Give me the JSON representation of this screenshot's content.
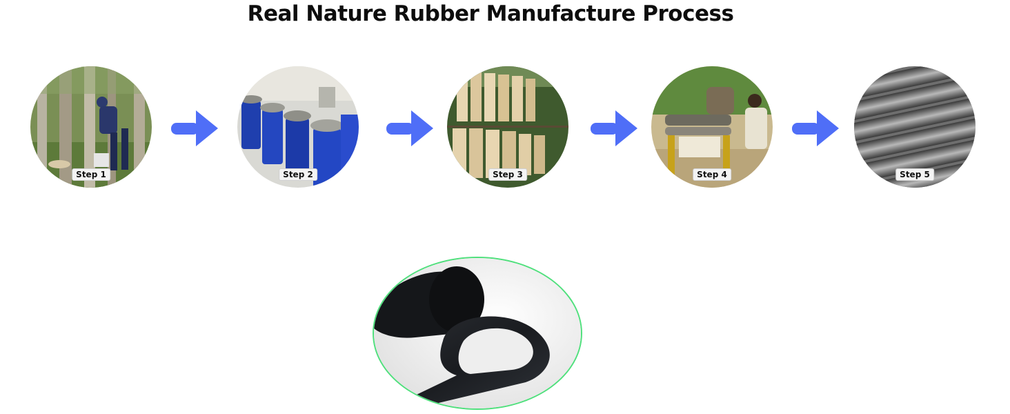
{
  "title": "Real Nature Rubber Manufacture Process",
  "steps": [
    {
      "label": "Step 1",
      "icon": "latex-tapping-photo"
    },
    {
      "label": "Step 2",
      "icon": "coagulation-tanks-photo"
    },
    {
      "label": "Step 3",
      "icon": "drying-sheets-photo"
    },
    {
      "label": "Step 4",
      "icon": "rolling-machine-photo"
    },
    {
      "label": "Step 5",
      "icon": "rubber-rolls-photo"
    }
  ],
  "arrow_color": "#4f6ef7",
  "final_product": {
    "icon": "black-rubber-band-photo",
    "border_color": "#4fe07c"
  }
}
